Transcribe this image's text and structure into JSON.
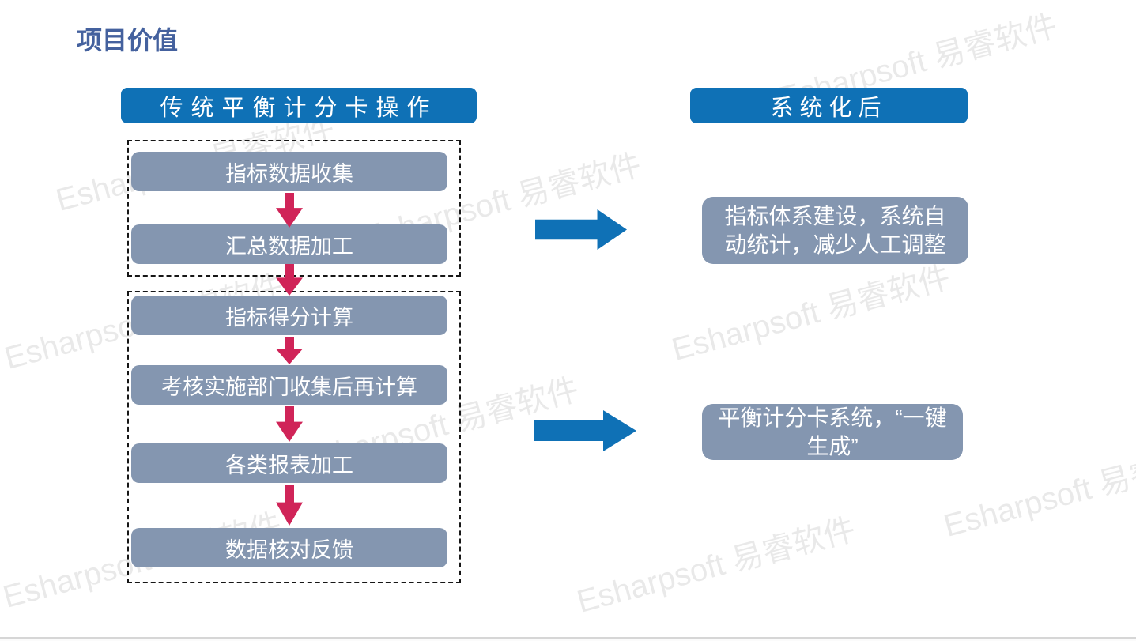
{
  "slide": {
    "title": "项目价值",
    "watermark_text": "Esharpsoft 易睿软件",
    "colors": {
      "header_blue": "#0f71b6",
      "box_gray_blue": "#8496b0",
      "arrow_red": "#d02458",
      "title_blue": "#44619e"
    }
  },
  "left_panel": {
    "header": "传统平衡计分卡操作",
    "groups": [
      {
        "steps": [
          "指标数据收集",
          "汇总数据加工"
        ]
      },
      {
        "steps": [
          "指标得分计算",
          "考核实施部门收集后再计算",
          "各类报表加工",
          "数据核对反馈"
        ]
      }
    ]
  },
  "right_panel": {
    "header": "系统化后",
    "results": [
      "指标体系建设，系统自动统计，减少人工调整",
      "平衡计分卡系统，“一键生成”"
    ]
  }
}
